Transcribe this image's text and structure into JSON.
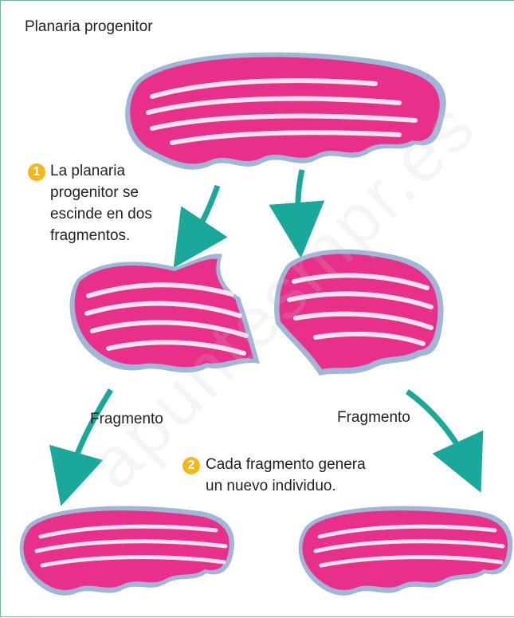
{
  "title": "Planaria progenitor",
  "step1": {
    "badge": "1",
    "lines": [
      "La planaria",
      "progenitor se",
      "escinde en dos",
      "fragmentos."
    ]
  },
  "fragment_left": "Fragmento",
  "fragment_right": "Fragmento",
  "step2": {
    "badge": "2",
    "lines": [
      "Cada fragmento genera",
      "un nuevo individuo."
    ]
  },
  "watermark": "apuntesmpr.es",
  "colors": {
    "planaria_body": "#e8308a",
    "planaria_stripe": "#fbe3ee",
    "planaria_edge": "#9fb6d8",
    "arrow": "#1aa89a",
    "badge": "#f5b51c",
    "frame_border": "#5cc38a"
  }
}
